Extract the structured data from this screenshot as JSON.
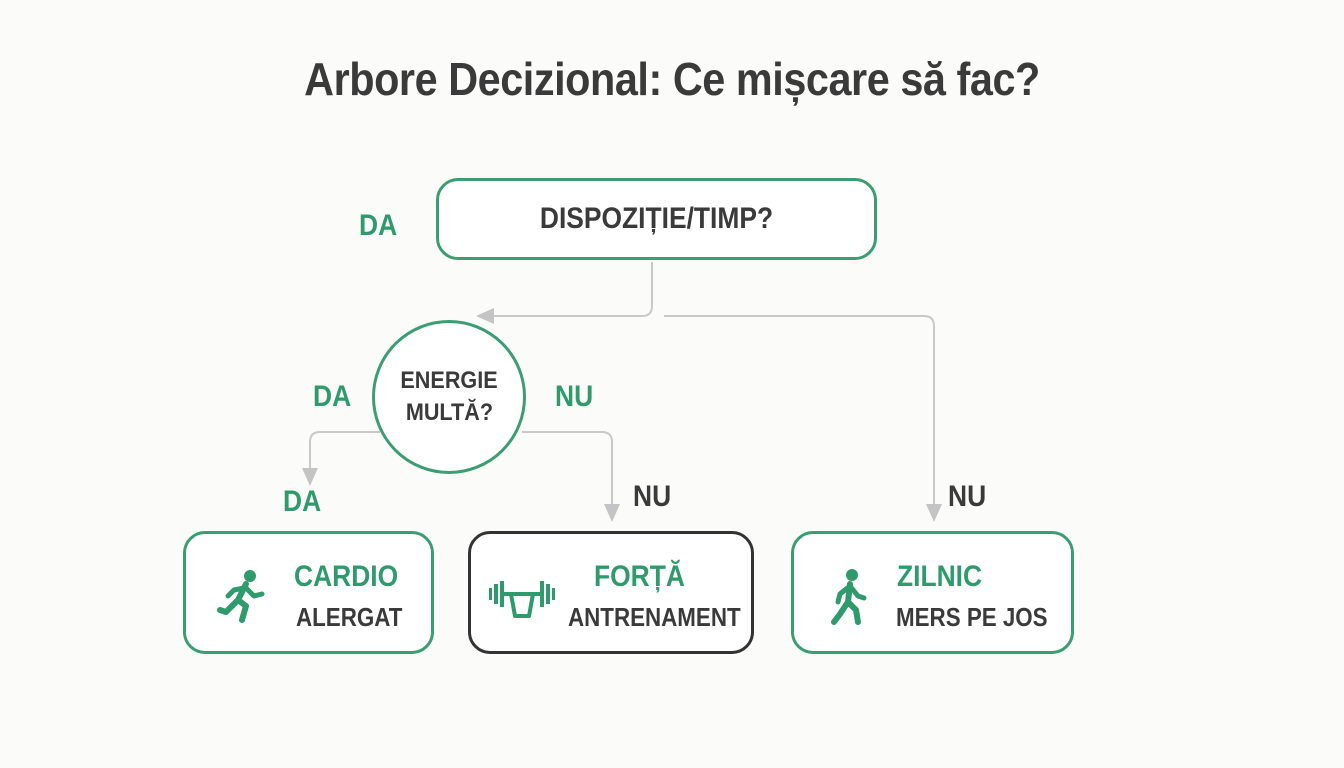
{
  "title": "Arbore Decizional: Ce mișcare să fac?",
  "root": {
    "question": "DISPOZIȚIE/TIMP?",
    "left_label": "DA"
  },
  "energy": {
    "question_line1": "ENERGIE",
    "question_line2": "MULTĂ?",
    "yes_label": "DA",
    "no_label": "NU"
  },
  "branch_labels": {
    "cardio_da": "DA",
    "forta_nu": "NU",
    "zilnic_nu": "NU"
  },
  "leaves": [
    {
      "title": "CARDIO",
      "subtitle": "ALERGAT",
      "icon": "running-person-icon"
    },
    {
      "title": "FORȚĂ",
      "subtitle": "ANTRENAMENT",
      "icon": "kettlebell-icon"
    },
    {
      "title": "ZILNIC",
      "subtitle": "MERS PE JOS",
      "icon": "walking-person-icon"
    }
  ],
  "colors": {
    "accent_green": "#3c9c72",
    "text_dark": "#3a3a3a",
    "connector_gray": "#c4c4c4"
  }
}
